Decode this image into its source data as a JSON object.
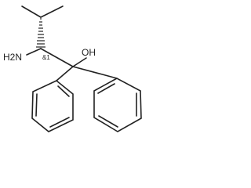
{
  "molecule": {
    "atoms": {
      "amine": "H2N",
      "hydroxyl": "OH",
      "stereo": "&1"
    },
    "colors": {
      "bond": "#222222",
      "text": "#222222",
      "background": "#ffffff"
    }
  }
}
